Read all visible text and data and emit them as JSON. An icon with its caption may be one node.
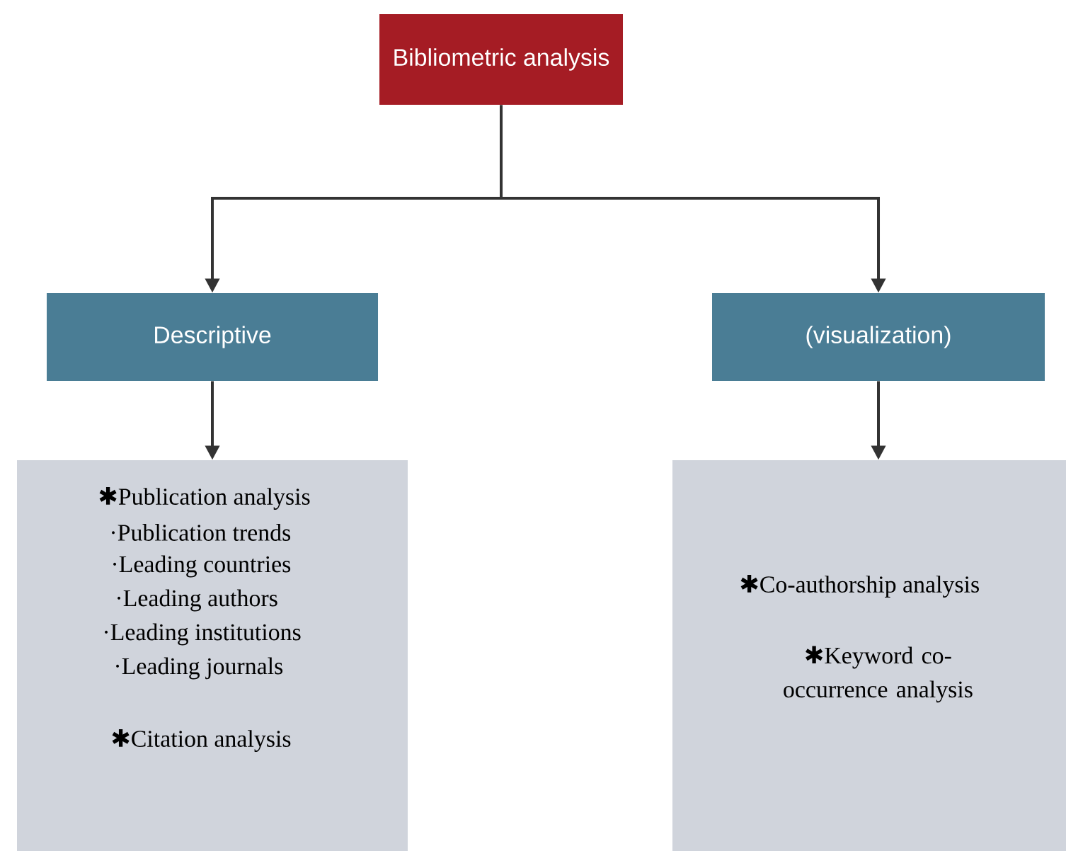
{
  "diagram": {
    "nodes": [
      {
        "text": [
          "Bibliometric analysis"
        ]
      },
      {
        "text": [
          "Descriptive"
        ]
      },
      {
        "text": [
          "(visualization)"
        ]
      },
      {
        "text": [
          "✱Publication analysis",
          "·Publication trends",
          "·Leading countries",
          "·Leading authors",
          "·Leading institutions",
          "·Leading journals",
          "✱Citation analysis"
        ]
      },
      {
        "text": [
          "✱Co-authorship analysis",
          "✱Keyword co-occurrence analysis"
        ]
      }
    ],
    "edges": [
      {
        "from": 0,
        "to": 1,
        "arrow": "to"
      },
      {
        "from": 0,
        "to": 2,
        "arrow": "to"
      },
      {
        "from": 1,
        "to": 3,
        "arrow": "to"
      },
      {
        "from": 2,
        "to": 4,
        "arrow": "to"
      }
    ]
  }
}
